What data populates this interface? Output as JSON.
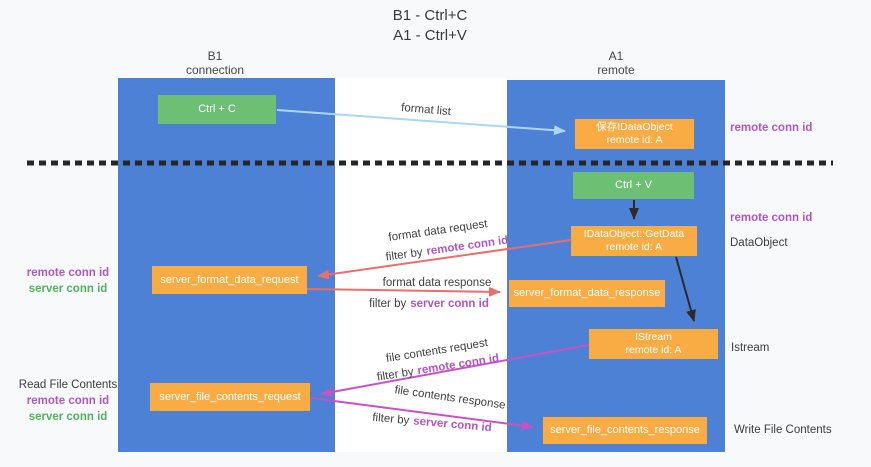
{
  "title": {
    "line1": "B1 - Ctrl+C",
    "line2": "A1 - Ctrl+V"
  },
  "columns": {
    "left": {
      "name": "B1",
      "role": "connection"
    },
    "right": {
      "name": "A1",
      "role": "remote"
    }
  },
  "boxes": {
    "ctrl_c": {
      "label": "Ctrl + C"
    },
    "save_dataobject": {
      "line1": "保存IDataObject",
      "line2": "remote id: A"
    },
    "ctrl_v": {
      "label": "Ctrl + V"
    },
    "getdata": {
      "line1": "IDataObject::GetData",
      "line2": "remote id: A"
    },
    "format_request": {
      "label": "server_format_data_request"
    },
    "format_response": {
      "label": "server_format_data_response"
    },
    "istream": {
      "line1": "IStream",
      "line2": "remote id: A"
    },
    "file_request": {
      "label": "server_file_contents_request"
    },
    "file_response": {
      "label": "server_file_contents_response"
    }
  },
  "messages": {
    "format_list": {
      "text": "format list"
    },
    "format_data_request": {
      "text": "format data request",
      "filter_prefix": "filter by",
      "filter_key": "remote conn id"
    },
    "format_data_response": {
      "text": "format data response",
      "filter_prefix": "filter by",
      "filter_key": "server conn id"
    },
    "file_contents_request": {
      "text": "file contents request",
      "filter_prefix": "filter by",
      "filter_key": "remote conn id"
    },
    "file_contents_response": {
      "text": "file contents response",
      "filter_prefix": "filter by",
      "filter_key": "server conn id"
    }
  },
  "side_labels": {
    "left_format_group": {
      "remote": "remote conn id",
      "server": "server conn id"
    },
    "left_file_group": {
      "title": "Read File Contents",
      "remote": "remote conn id",
      "server": "server conn id"
    },
    "right": {
      "top_remote": "remote conn id",
      "ctrlv_remote": "remote conn id",
      "dataobject": "DataObject",
      "istream": "Istream",
      "write_file": "Write File Contents"
    }
  },
  "colors": {
    "column_fill": "#4d81d6",
    "box_orange": "#f9ac44",
    "box_green": "#6dbf73",
    "arrow_blue": "#a9d7f2",
    "arrow_black": "#2b2b2b",
    "arrow_salmon": "#e5706e",
    "arrow_magenta": "#c653c6",
    "label_purple": "#b156c6",
    "label_green": "#52b05e",
    "background": "#f8f9fa"
  }
}
